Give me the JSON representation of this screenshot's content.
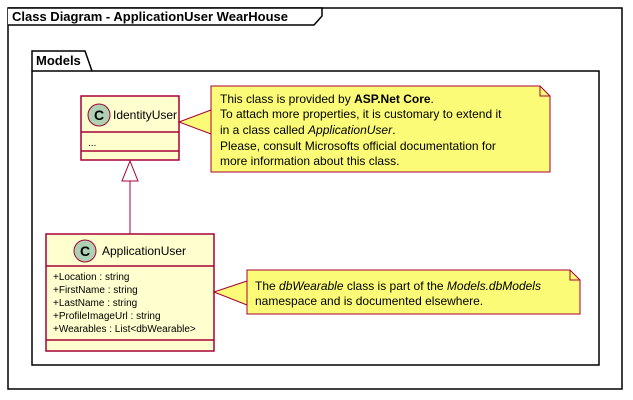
{
  "frame": {
    "title": "Class Diagram - ApplicationUser WearHouse"
  },
  "package": {
    "name": "Models"
  },
  "classes": [
    {
      "id": "identity_user",
      "stereotype_letter": "C",
      "name": "IdentityUser",
      "members": [
        "..."
      ]
    },
    {
      "id": "application_user",
      "stereotype_letter": "C",
      "name": "ApplicationUser",
      "members": [
        "+Location : string",
        "+FirstName : string",
        "+LastName : string",
        "+ProfileImageUrl : string",
        "+Wearables : List<dbWearable>"
      ]
    }
  ],
  "notes": [
    {
      "id": "identity_note",
      "lines": [
        [
          {
            "text": "This class is provided by "
          },
          {
            "text": "ASP.Net Core",
            "style": "bold"
          },
          {
            "text": "."
          }
        ],
        [
          {
            "text": "To attach more properties, it is customary to extend it"
          }
        ],
        [
          {
            "text": "in a class called "
          },
          {
            "text": "ApplicationUser",
            "style": "italic"
          },
          {
            "text": "."
          }
        ],
        [
          {
            "text": "Please, consult Microsofts official documentation for"
          }
        ],
        [
          {
            "text": "more information about this class."
          }
        ]
      ]
    },
    {
      "id": "application_note",
      "lines": [
        [
          {
            "text": "The "
          },
          {
            "text": "dbWearable",
            "style": "italic"
          },
          {
            "text": " class is part of the "
          },
          {
            "text": "Models.dbModels",
            "style": "italic"
          }
        ],
        [
          {
            "text": "namespace and is documented elsewhere."
          }
        ]
      ]
    }
  ],
  "relations": [
    {
      "type": "inheritance",
      "from": "ApplicationUser",
      "to": "IdentityUser"
    }
  ],
  "colors": {
    "class_border": "#a80036",
    "class_fill": "#fefece",
    "class_icon_fill": "#add1b2",
    "note_fill": "#fbfb77",
    "note_border": "#a80036",
    "frame_border": "#000000"
  }
}
